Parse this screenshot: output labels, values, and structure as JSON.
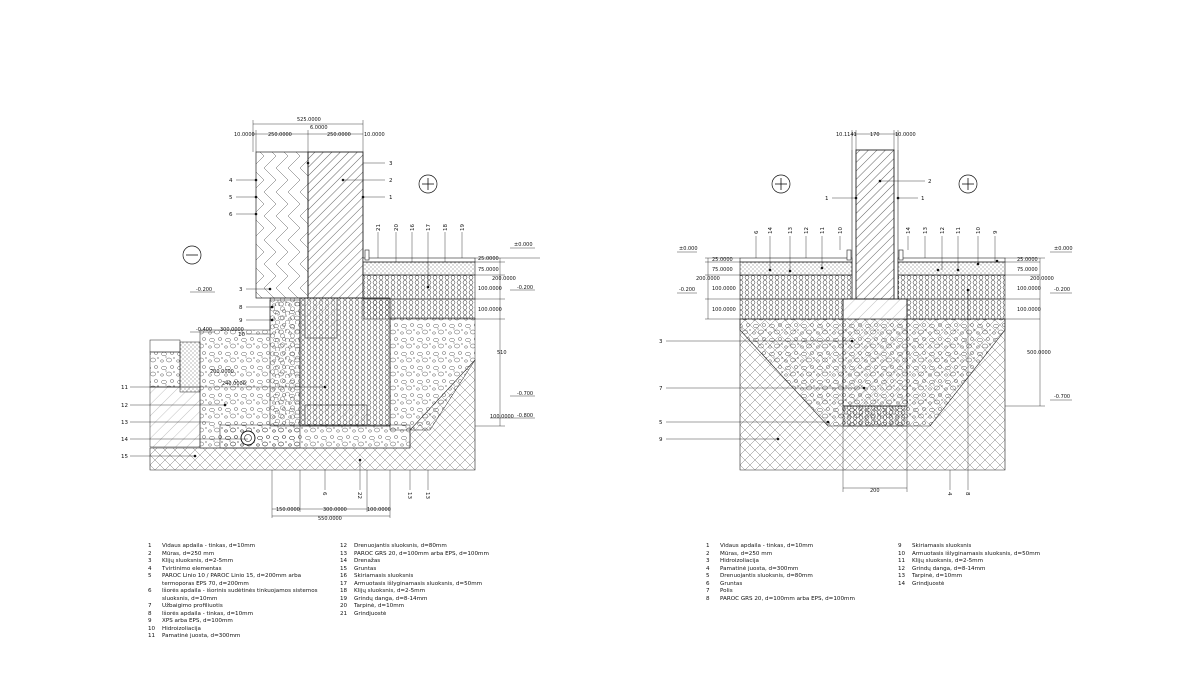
{
  "left_detail": {
    "dims_top": [
      "525.0000",
      "10.0000",
      "250.0000",
      "6.0000",
      "250.0000",
      "10.0000"
    ],
    "dims_right": [
      "25.0000",
      "75.0000",
      "200.0000",
      "100.0000",
      "100.0000",
      "510",
      "100.0000"
    ],
    "dims_inner": [
      "300.0000",
      "200.0000",
      "240.0000"
    ],
    "dims_bottom": [
      "150.0000",
      "300.0000",
      "100.0000",
      "550.0000"
    ],
    "levels": [
      "±0.000",
      "-0.200",
      "-0.200",
      "-0.400",
      "-0.700",
      "-0.800"
    ],
    "callouts_left": [
      "4",
      "5",
      "6",
      "3",
      "8",
      "9",
      "10",
      "11",
      "12",
      "13",
      "14",
      "15"
    ],
    "callouts_right": [
      "3",
      "2",
      "1"
    ],
    "callouts_top": [
      "21",
      "20",
      "16",
      "17",
      "18",
      "19"
    ],
    "callouts_bottom": [
      "6",
      "22",
      "13",
      "13"
    ]
  },
  "right_detail": {
    "dims_top": [
      "10.1141",
      "170",
      "10.0000"
    ],
    "dims_left": [
      "25.0000",
      "75.0000",
      "200.0000",
      "100.0000",
      "100.0000"
    ],
    "dims_right": [
      "25.0000",
      "75.0000",
      "200.0000",
      "100.0000",
      "100.0000",
      "500.0000"
    ],
    "dims_bottom": [
      "200"
    ],
    "levels": [
      "±0.000",
      "-0.200",
      "±0.000",
      "-0.200",
      "-0.700"
    ],
    "callouts_left": [
      "1",
      "3",
      "7",
      "5",
      "9"
    ],
    "callouts_right": [
      "2",
      "1"
    ],
    "callouts_top_left": [
      "6",
      "14",
      "13",
      "12",
      "11",
      "10"
    ],
    "callouts_top_right": [
      "14",
      "13",
      "12",
      "11",
      "10",
      "9"
    ],
    "callouts_bottom": [
      "4",
      "8"
    ]
  },
  "legend_left_col1": [
    {
      "n": "1",
      "t": "Vidaus apdaila - tinkas, d=10mm"
    },
    {
      "n": "2",
      "t": "Mūras, d=250 mm"
    },
    {
      "n": "3",
      "t": "Klijų sluoksnis, d=2-5mm"
    },
    {
      "n": "4",
      "t": "Tvirtinimo elementas"
    },
    {
      "n": "5",
      "t": "PAROC Linio 10 / PAROC Linio 15, d=200mm arba termoporas EPS 70, d=200mm"
    },
    {
      "n": "6",
      "t": "Išorės apdaila - išorinis sudėtinės tinkuojamos sistemos sluoksnis, d=10mm"
    },
    {
      "n": "7",
      "t": "Užbaigimo profiliuotis"
    },
    {
      "n": "8",
      "t": "Išorės apdaila - tinkas, d=10mm"
    },
    {
      "n": "9",
      "t": "XPS arba EPS, d=100mm"
    },
    {
      "n": "10",
      "t": "Hidroizoliacija"
    },
    {
      "n": "11",
      "t": "Pamatinė juosta, d=300mm"
    }
  ],
  "legend_left_col2": [
    {
      "n": "12",
      "t": "Drenuojantis sluoksnis, d=80mm"
    },
    {
      "n": "13",
      "t": "PAROC GRS 20, d=100mm arba EPS, d=100mm"
    },
    {
      "n": "14",
      "t": "Drenažas"
    },
    {
      "n": "15",
      "t": "Gruntas"
    },
    {
      "n": "16",
      "t": "Skiriamasis sluoksnis"
    },
    {
      "n": "17",
      "t": "Armuotasis išlyginamasis sluoksnis, d=50mm"
    },
    {
      "n": "18",
      "t": "Klijų sluoksnis, d=2-5mm"
    },
    {
      "n": "19",
      "t": "Grindų danga, d=8-14mm"
    },
    {
      "n": "20",
      "t": "Tarpinė, d=10mm"
    },
    {
      "n": "21",
      "t": "Grindjuostė"
    }
  ],
  "legend_right_col1": [
    {
      "n": "1",
      "t": "Vidaus apdaila - tinkas, d=10mm"
    },
    {
      "n": "2",
      "t": "Mūras, d=250 mm"
    },
    {
      "n": "3",
      "t": "Hidroizoliacija"
    },
    {
      "n": "4",
      "t": "Pamatinė juosta, d=300mm"
    },
    {
      "n": "5",
      "t": "Drenuojantis sluoksnis, d=80mm"
    },
    {
      "n": "6",
      "t": "Gruntas"
    },
    {
      "n": "7",
      "t": "Polis"
    },
    {
      "n": "8",
      "t": "PAROC GRS 20, d=100mm arba EPS, d=100mm"
    }
  ],
  "legend_right_col2": [
    {
      "n": "9",
      "t": "Skiriamasis sluoksnis"
    },
    {
      "n": "10",
      "t": "Armuotasis išlyginamasis sluoksnis, d=50mm"
    },
    {
      "n": "11",
      "t": "Klijų sluoksnis, d=2-5mm"
    },
    {
      "n": "12",
      "t": "Grindų danga, d=8-14mm"
    },
    {
      "n": "13",
      "t": "Tarpinė, d=10mm"
    },
    {
      "n": "14",
      "t": "Grindjuostė"
    }
  ]
}
